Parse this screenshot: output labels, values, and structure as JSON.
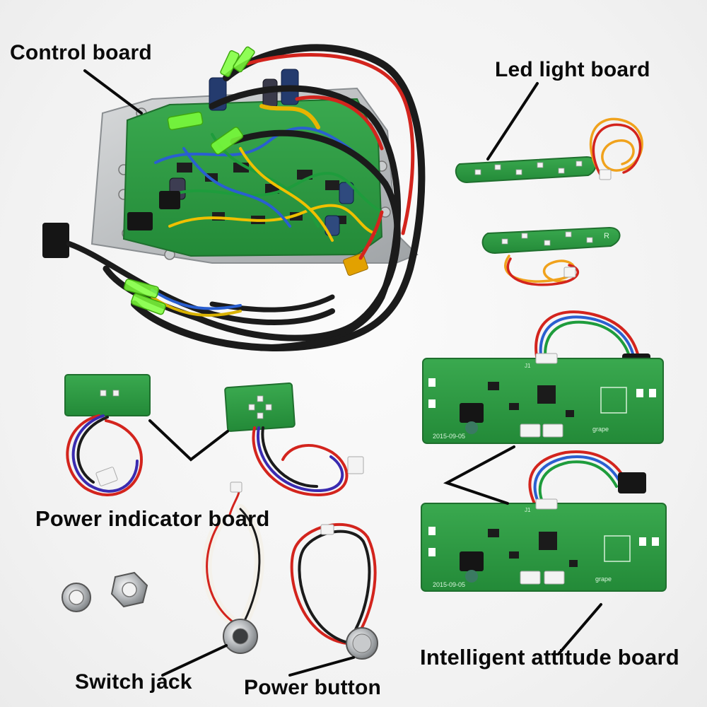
{
  "labels": {
    "control_board": "Control board",
    "led_light_board": "Led light board",
    "power_indicator_board": "Power indicator board",
    "switch_jack": "Switch jack",
    "power_button": "Power button",
    "intelligent_attitude_board": "Intelligent attitude board"
  },
  "pcb_markings": {
    "attitude_date": "2015-09-05",
    "attitude_brand": "grape",
    "attitude_connector": "J1",
    "led_right": "R"
  },
  "colors": {
    "pcb_green": "#2f9e45",
    "pcb_dark": "#237a34",
    "cable_black": "#1b1b1b",
    "wire_red": "#d3241d",
    "wire_orange": "#f0a21c",
    "wire_blue": "#2459c8",
    "connector_green": "#7dff3a",
    "metal": "#b9bcbe"
  }
}
